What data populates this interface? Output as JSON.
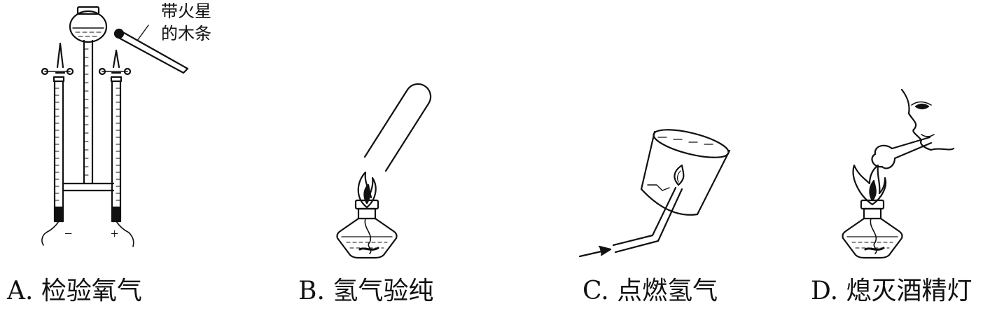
{
  "figure": {
    "annotation_a": [
      "带火星",
      "的木条"
    ],
    "minus_sign": "−",
    "plus_sign": "+",
    "panels": [
      {
        "letter": "A.",
        "caption": "检验氧气"
      },
      {
        "letter": "B.",
        "caption": "氢气验纯"
      },
      {
        "letter": "C.",
        "caption": "点燃氢气"
      },
      {
        "letter": "D.",
        "caption": "熄灭酒精灯"
      }
    ]
  }
}
